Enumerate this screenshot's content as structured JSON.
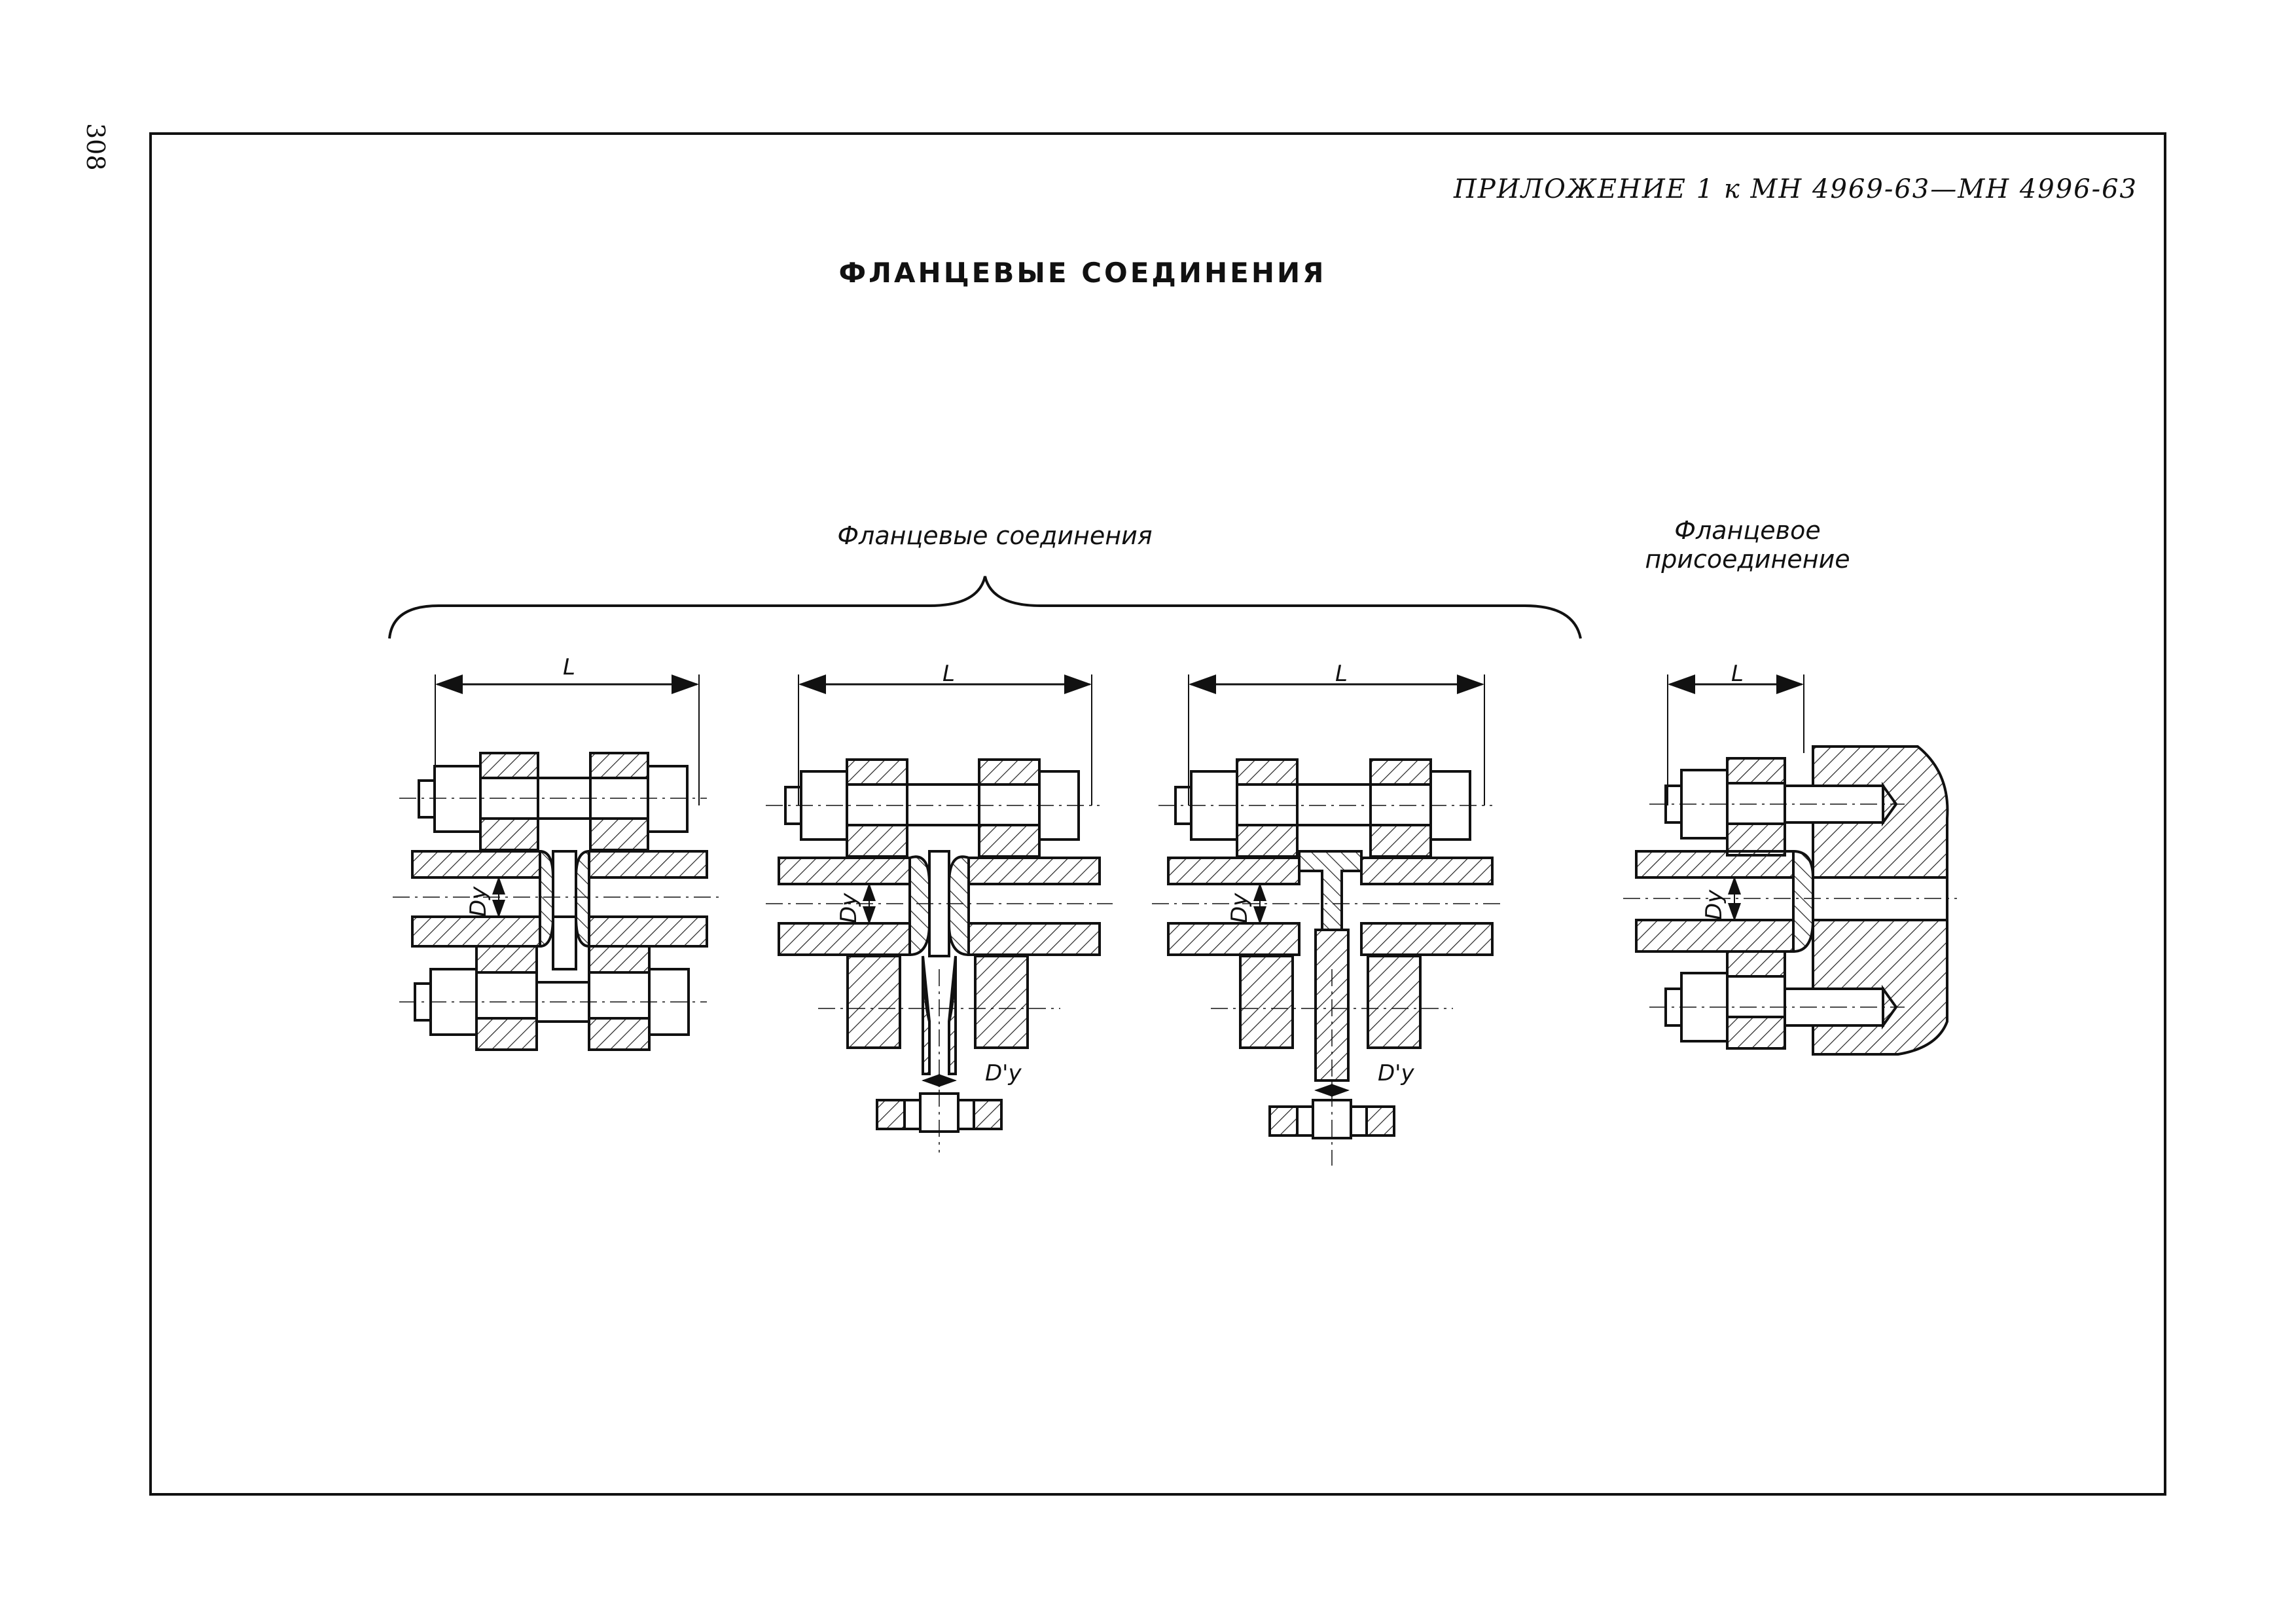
{
  "page": {
    "number": "308",
    "appendix": "ПРИЛОЖЕНИЕ 1 к МН 4969-63—МН 4996-63",
    "title": "ФЛАНЦЕВЫЕ СОЕДИНЕНИЯ"
  },
  "figure": {
    "group_label": "Фланцевые соединения",
    "single_label_line1": "Фланцевое",
    "single_label_line2": "присоединение",
    "dim_length": "L",
    "dim_nominal_bore": "Dy",
    "dim_branch_bore": "D'y"
  }
}
